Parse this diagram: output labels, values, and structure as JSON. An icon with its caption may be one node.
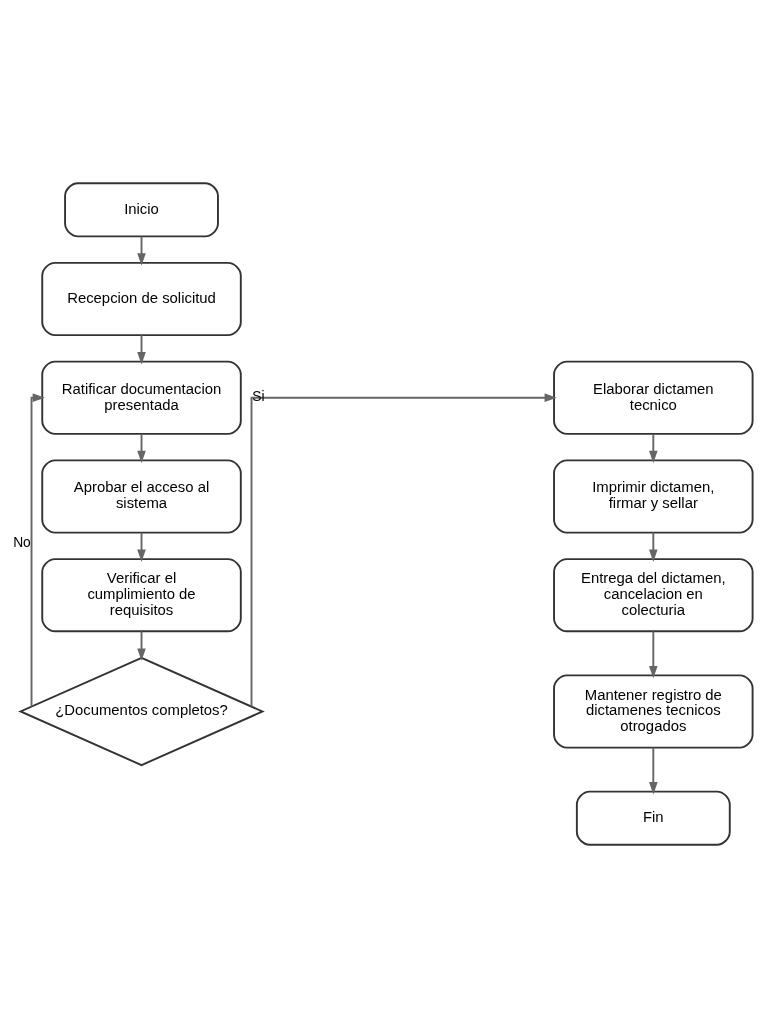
{
  "diagram": {
    "nodes": [
      {
        "text": [
          "Inicio"
        ]
      },
      {
        "text": [
          "Recepcion de solicitud"
        ]
      },
      {
        "text": [
          "Ratificar documentacion presentada"
        ]
      },
      {
        "text": [
          "Aprobar el acceso al sistema"
        ]
      },
      {
        "text": [
          "Verificar el cumplimiento de requisitos"
        ]
      },
      {
        "text": [
          "¿Documentos completos?"
        ]
      },
      {
        "text": [
          "Elaborar dictamen tecnico"
        ]
      },
      {
        "text": [
          "Imprimir dictamen, firmar y sellar"
        ]
      },
      {
        "text": [
          "Entrega del dictamen, cancelacion en colecturia"
        ]
      },
      {
        "text": [
          "Mantener registro de dictamenes tecnicos otrogados"
        ]
      },
      {
        "text": [
          "Fin"
        ]
      }
    ],
    "edges": [
      {
        "from": 0,
        "to": 1,
        "arrow": "to"
      },
      {
        "from": 1,
        "to": 2,
        "arrow": "to"
      },
      {
        "from": 2,
        "to": 3,
        "arrow": "to"
      },
      {
        "from": 3,
        "to": 4,
        "arrow": "to"
      },
      {
        "from": 4,
        "to": 5,
        "arrow": "to"
      },
      {
        "from": 5,
        "to": 2,
        "label": "No",
        "arrow": "to"
      },
      {
        "from": 5,
        "to": 6,
        "label": "Si",
        "arrow": "to"
      },
      {
        "from": 6,
        "to": 7,
        "arrow": "to"
      },
      {
        "from": 7,
        "to": 8,
        "arrow": "to"
      },
      {
        "from": 8,
        "to": 9,
        "arrow": "to"
      },
      {
        "from": 9,
        "to": 10,
        "arrow": "to"
      }
    ]
  }
}
